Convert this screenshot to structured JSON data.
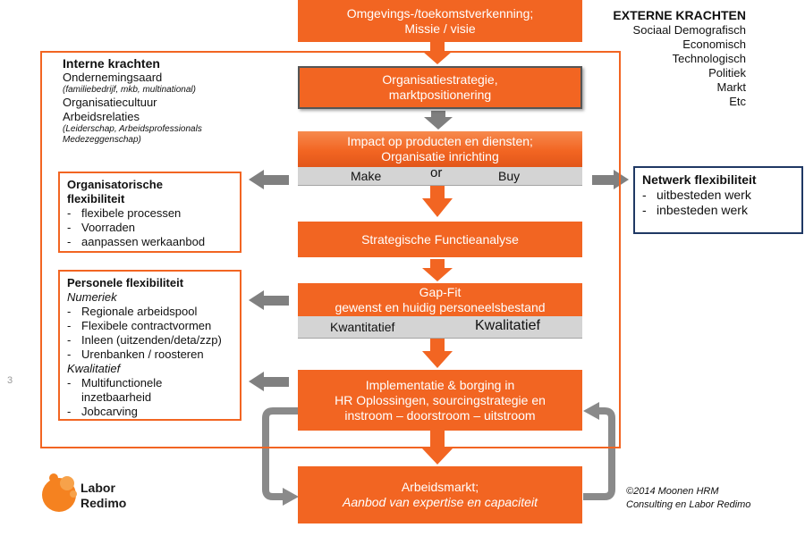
{
  "boxes": {
    "top": [
      "Omgevings-/toekomstverkenning;",
      "Missie / visie"
    ],
    "strategy": [
      "Organisatiestrategie,",
      "marktpositionering"
    ],
    "impact": [
      "Impact op producten en diensten;",
      "Organisatie inrichting"
    ],
    "make_or_buy": {
      "make": "Make",
      "or": "or",
      "buy": "Buy"
    },
    "functie": "Strategische Functieanalyse",
    "gapfit": [
      "Gap-Fit",
      "gewenst en huidig personeelsbestand"
    ],
    "kwant_kwal": {
      "kwantitatief": "Kwantitatief",
      "kwalitatief": "Kwalitatief"
    },
    "implementatie": [
      "Implementatie & borging in",
      "HR Oplossingen, sourcingstrategie en",
      "instroom – doorstroom – uitstroom"
    ],
    "arbeidsmarkt": [
      "Arbeidsmarkt;",
      "Aanbod van expertise en capaciteit"
    ]
  },
  "externe": {
    "title": "EXTERNE KRACHTEN",
    "items": [
      "Sociaal Demografisch",
      "Economisch",
      "Technologisch",
      "Politiek",
      "Markt",
      "Etc"
    ]
  },
  "interne": {
    "title": "Interne krachten",
    "line1": "Ondernemingsaard",
    "line1_note": "(familiebedrijf, mkb, multinational)",
    "line2": "Organisatiecultuur",
    "line3": "Arbeidsrelaties",
    "line3_note": [
      "(Leiderschap, Arbeidsprofessionals",
      "Medezeggenschap)"
    ]
  },
  "org_flex": {
    "title": [
      "Organisatorische",
      "flexibiliteit"
    ],
    "items": [
      "flexibele processen",
      "Voorraden",
      "aanpassen werkaanbod"
    ]
  },
  "pers_flex": {
    "title": "Personele flexibiliteit",
    "numeriek": "Numeriek",
    "numeriek_items": [
      "Regionale arbeidspool",
      "Flexibele contractvormen",
      "Inleen (uitzenden/deta/zzp)",
      "Urenbanken / roosteren"
    ],
    "kwalitatief": "Kwalitatief",
    "kwalitatief_items": [
      "Multifunctionele",
      "Jobcarving"
    ],
    "kwalitatief_item1_cont": "inzetbaarheid"
  },
  "netwerk": {
    "title": "Netwerk flexibiliteit",
    "items": [
      "uitbesteden werk",
      "inbesteden werk"
    ]
  },
  "page_number": "3",
  "logo": [
    "Labor",
    "Redimo"
  ],
  "copyright": [
    "©2014 Moonen HRM",
    "Consulting en Labor Redimo"
  ],
  "colors": {
    "orange": "#f26522",
    "gray_arrow": "#808080",
    "navy": "#1f3864"
  }
}
